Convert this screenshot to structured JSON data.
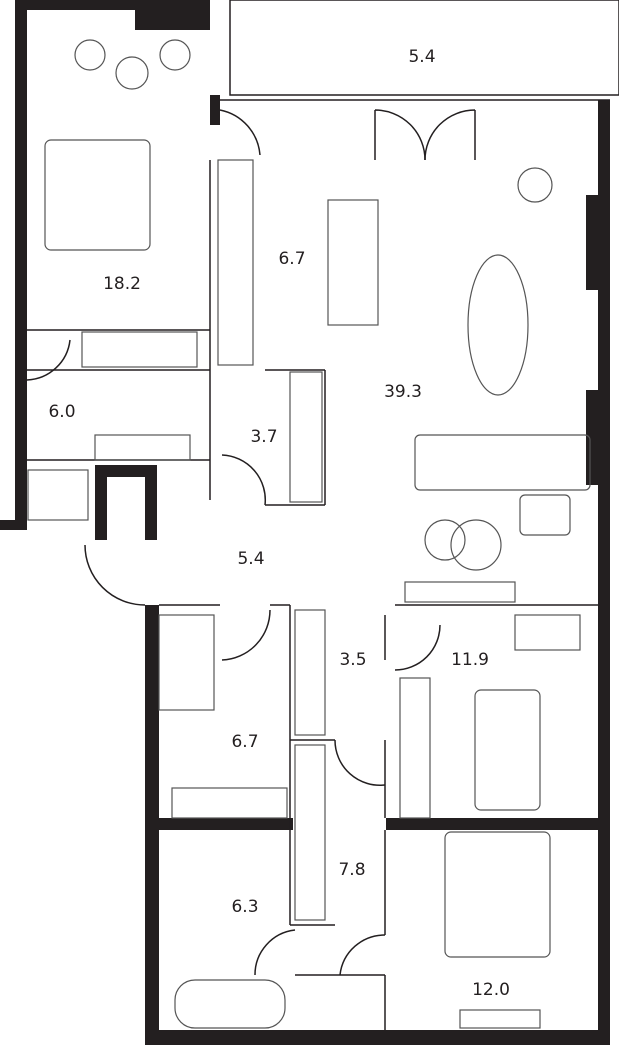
{
  "plan": {
    "rooms": [
      {
        "id": "balcony",
        "area": "5.4"
      },
      {
        "id": "bedroom-master",
        "area": "18.2"
      },
      {
        "id": "kitchen",
        "area": "6.7"
      },
      {
        "id": "living-room",
        "area": "39.3"
      },
      {
        "id": "bathroom-master",
        "area": "6.0"
      },
      {
        "id": "laundry",
        "area": "3.7"
      },
      {
        "id": "hall-entry",
        "area": "5.4"
      },
      {
        "id": "corridor",
        "area": "3.5"
      },
      {
        "id": "bedroom-2",
        "area": "11.9"
      },
      {
        "id": "bathroom-2",
        "area": "6.7"
      },
      {
        "id": "corridor-2",
        "area": "7.8"
      },
      {
        "id": "bathroom-3",
        "area": "6.3"
      },
      {
        "id": "bedroom-3",
        "area": "12.0"
      }
    ],
    "colors": {
      "wall": "#231f20",
      "furniture": "#555555",
      "background": "#ffffff"
    }
  }
}
